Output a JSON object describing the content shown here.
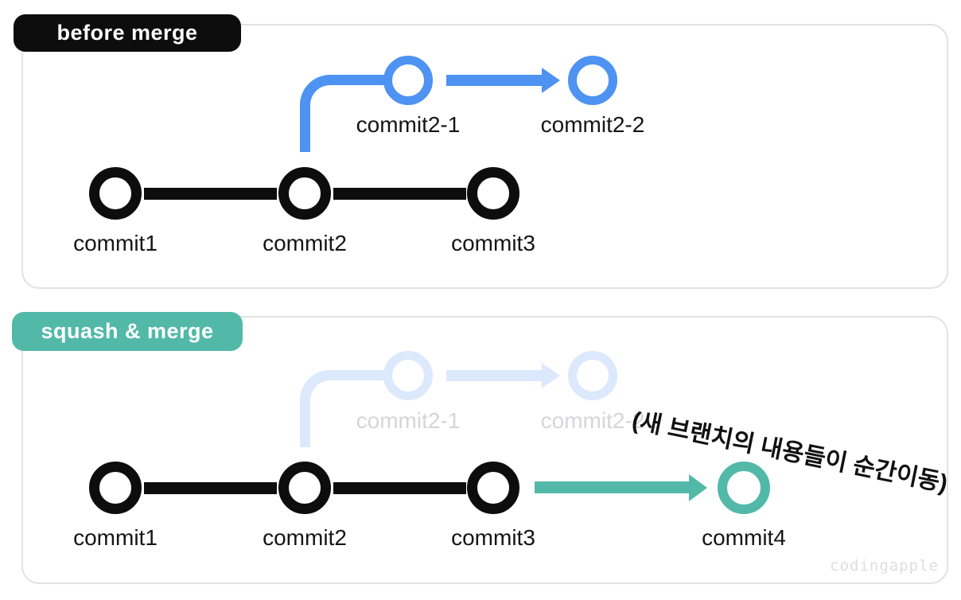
{
  "diagram": {
    "watermark": "codingapple",
    "colors": {
      "main_branch": "#0d0d0d",
      "feature_branch": "#4e92f2",
      "feature_branch_faded": "#dce8fb",
      "faded_label": "#d6d6da",
      "squash_accent": "#52b9a8",
      "panel_border": "#e2e2e2"
    },
    "panels": [
      {
        "badge": "before merge",
        "main_commits": [
          "commit1",
          "commit2",
          "commit3"
        ],
        "branch_commits": [
          "commit2-1",
          "commit2-2"
        ]
      },
      {
        "badge": "squash & merge",
        "main_commits": [
          "commit1",
          "commit2",
          "commit3"
        ],
        "merged_commit": "commit4",
        "branch_commits": [
          "commit2-1",
          "commit2-2"
        ],
        "annotation": "(새 브랜치의 내용들이 순간이동)"
      }
    ]
  }
}
